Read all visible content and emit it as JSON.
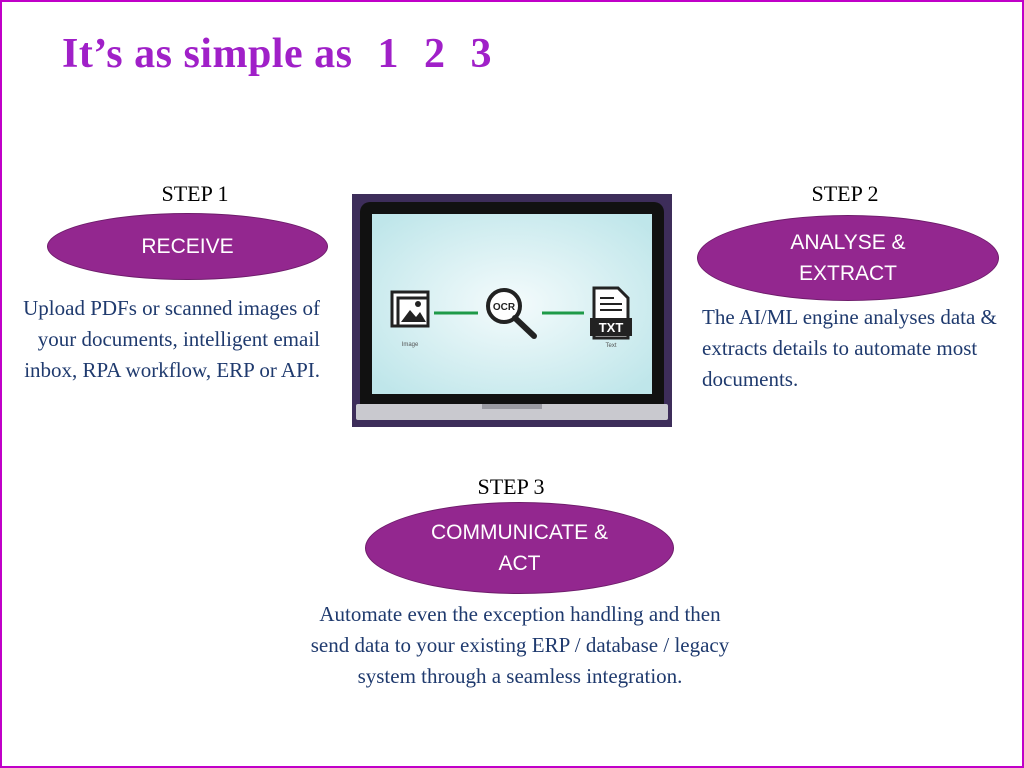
{
  "title": {
    "text": "It’s as simple as",
    "numbers": [
      "1",
      "2",
      "3"
    ]
  },
  "steps": [
    {
      "label": "STEP 1",
      "button": "RECEIVE",
      "description": "Upload PDFs or scanned images of your documents, intelligent email inbox, RPA workflow, ERP or API."
    },
    {
      "label": "STEP 2",
      "button": "ANALYSE & EXTRACT",
      "description": "The AI/ML engine analyses data & extracts details to automate most documents."
    },
    {
      "label": "STEP 3",
      "button": "COMMUNICATE & ACT",
      "description": "Automate even the exception handling and then send data to your existing ERP / database / legacy system through a seamless integration."
    }
  ],
  "illustration": {
    "ocr_label": "OCR",
    "file_label": "TXT",
    "caption_left": "Image",
    "caption_right": "Text"
  },
  "colors": {
    "frame": "#c000c8",
    "title": "#a020c8",
    "pill": "#93278f",
    "description": "#1f3a6e"
  }
}
